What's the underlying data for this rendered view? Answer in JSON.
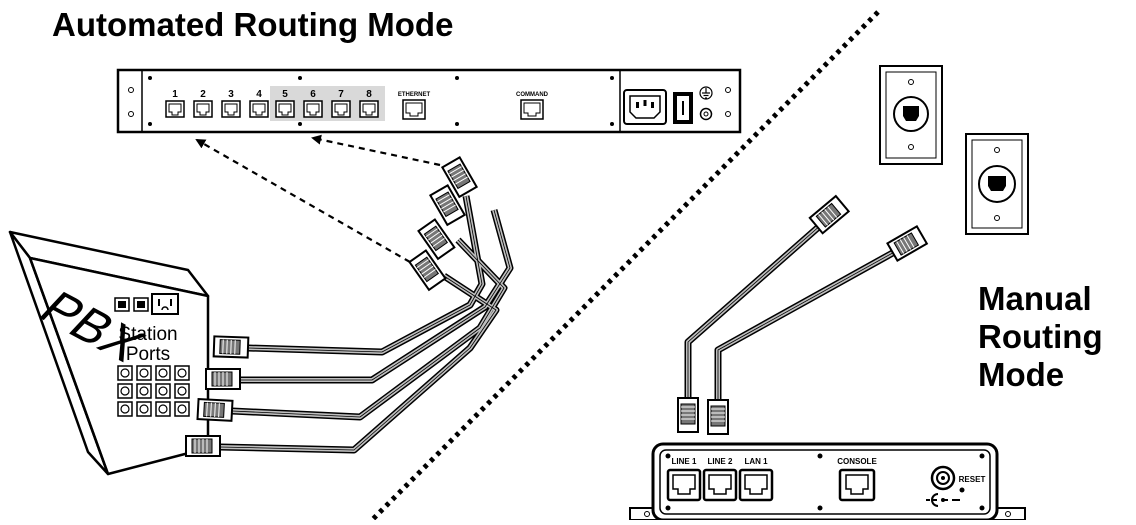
{
  "titles": {
    "automated": "Automated Routing Mode",
    "manual_line1": "Manual",
    "manual_line2": "Routing",
    "manual_line3": "Mode"
  },
  "rack_unit": {
    "port_numbers": [
      "1",
      "2",
      "3",
      "4",
      "5",
      "6",
      "7",
      "8"
    ],
    "ethernet_label": "ETHERNET",
    "command_label": "COMMAND"
  },
  "pbx": {
    "name": "PBX",
    "station_label_1": "Station",
    "station_label_2": "Ports"
  },
  "small_unit": {
    "port_labels": [
      "LINE 1",
      "LINE 2",
      "LAN 1"
    ],
    "console_label": "CONSOLE",
    "reset_label": "RESET"
  }
}
